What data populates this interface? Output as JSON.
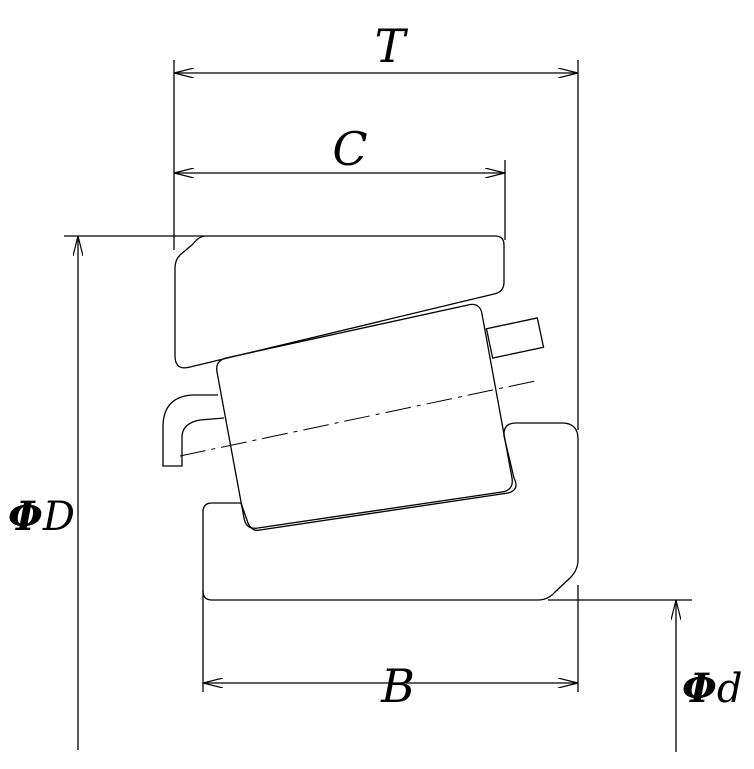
{
  "labels": {
    "T": "T",
    "C": "C",
    "B": "B",
    "phi_symbol": "Φ",
    "D": "D",
    "d": "d"
  },
  "colors": {
    "stroke": "#000000",
    "background": "#ffffff"
  }
}
